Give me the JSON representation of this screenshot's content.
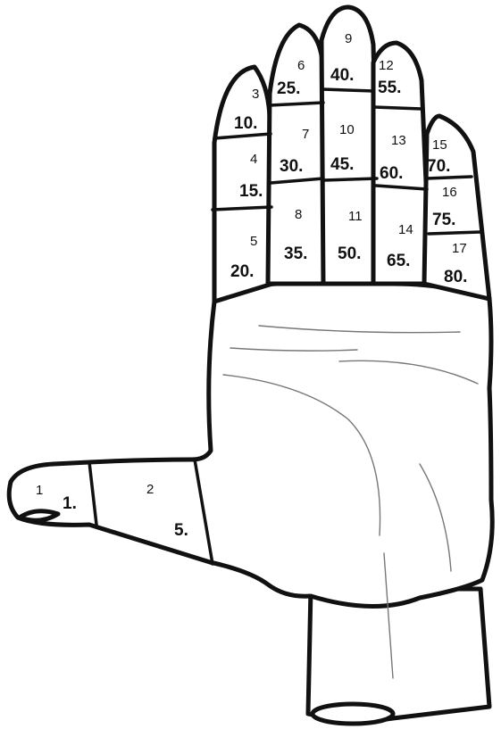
{
  "segments": [
    {
      "index": "1",
      "value": "1."
    },
    {
      "index": "2",
      "value": "5."
    },
    {
      "index": "3",
      "value": "10."
    },
    {
      "index": "4",
      "value": "15."
    },
    {
      "index": "5",
      "value": "20."
    },
    {
      "index": "6",
      "value": "25."
    },
    {
      "index": "7",
      "value": "30."
    },
    {
      "index": "8",
      "value": "35."
    },
    {
      "index": "9",
      "value": "40."
    },
    {
      "index": "10",
      "value": "45."
    },
    {
      "index": "11",
      "value": "50."
    },
    {
      "index": "12",
      "value": "55."
    },
    {
      "index": "13",
      "value": "60."
    },
    {
      "index": "14",
      "value": "65."
    },
    {
      "index": "15",
      "value": "70."
    },
    {
      "index": "16",
      "value": "75."
    },
    {
      "index": "17",
      "value": "80."
    }
  ]
}
